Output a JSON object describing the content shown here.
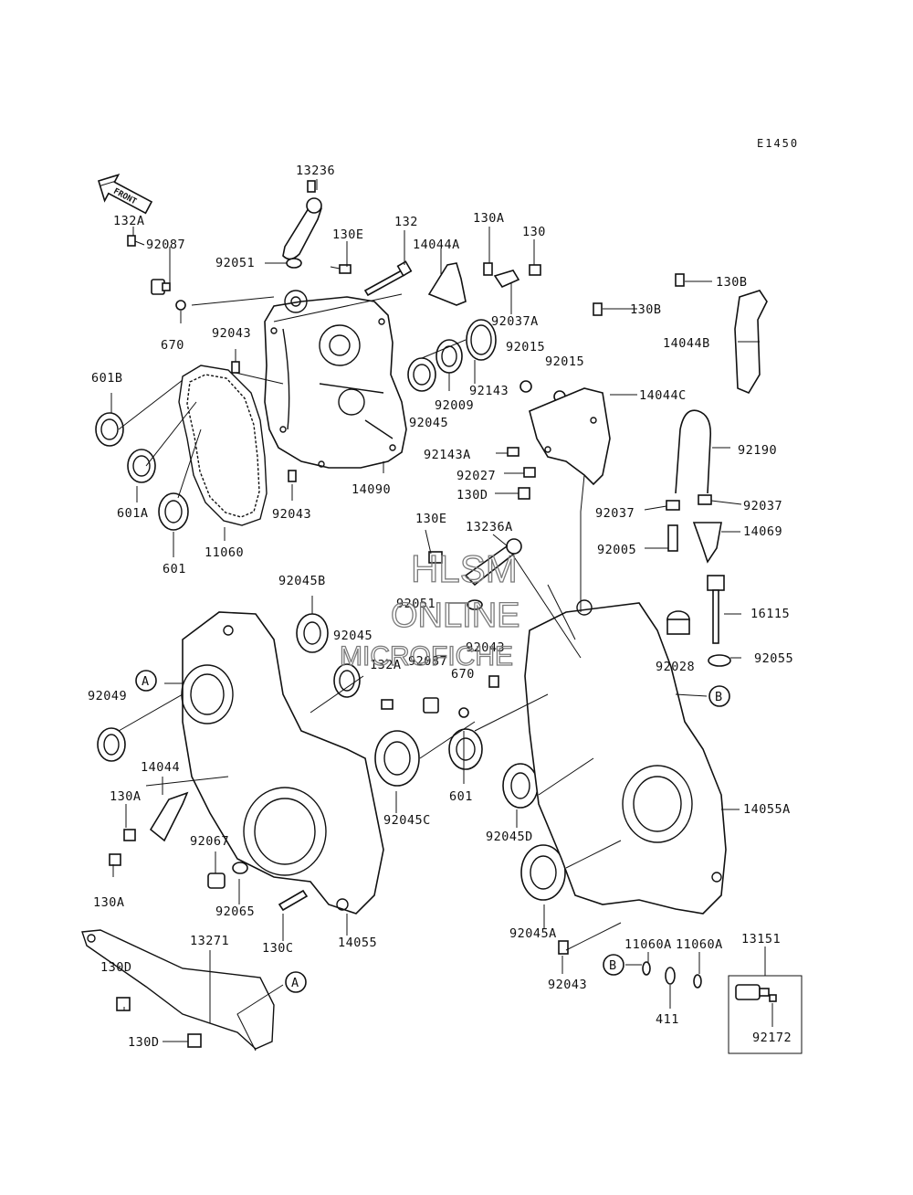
{
  "figure_code": "E1450",
  "front_label": "FRONT",
  "watermark": [
    "HLSM",
    "ONLINE",
    "MICROFICHE"
  ],
  "labels": [
    {
      "id": "l1",
      "text": "13236"
    },
    {
      "id": "l2",
      "text": "132A"
    },
    {
      "id": "l3",
      "text": "92087"
    },
    {
      "id": "l4",
      "text": "130E"
    },
    {
      "id": "l5",
      "text": "132"
    },
    {
      "id": "l6",
      "text": "130A"
    },
    {
      "id": "l7",
      "text": "130"
    },
    {
      "id": "l8",
      "text": "92051"
    },
    {
      "id": "l9",
      "text": "14044A"
    },
    {
      "id": "l10",
      "text": "92037A"
    },
    {
      "id": "l11",
      "text": "130B"
    },
    {
      "id": "l12",
      "text": "130B"
    },
    {
      "id": "l13",
      "text": "670"
    },
    {
      "id": "l14",
      "text": "92043"
    },
    {
      "id": "l15",
      "text": "92015"
    },
    {
      "id": "l16",
      "text": "92015"
    },
    {
      "id": "l17",
      "text": "14044B"
    },
    {
      "id": "l18",
      "text": "601B"
    },
    {
      "id": "l19",
      "text": "92143"
    },
    {
      "id": "l20",
      "text": "92009"
    },
    {
      "id": "l21",
      "text": "14044C"
    },
    {
      "id": "l22",
      "text": "92045"
    },
    {
      "id": "l23",
      "text": "92190"
    },
    {
      "id": "l24",
      "text": "92143A"
    },
    {
      "id": "l25",
      "text": "92027"
    },
    {
      "id": "l26",
      "text": "601A"
    },
    {
      "id": "l27",
      "text": "14090"
    },
    {
      "id": "l28",
      "text": "130D"
    },
    {
      "id": "l29",
      "text": "92043"
    },
    {
      "id": "l30",
      "text": "92037"
    },
    {
      "id": "l31",
      "text": "92037"
    },
    {
      "id": "l32",
      "text": "601"
    },
    {
      "id": "l33",
      "text": "11060"
    },
    {
      "id": "l34",
      "text": "130E"
    },
    {
      "id": "l35",
      "text": "13236A"
    },
    {
      "id": "l36",
      "text": "14069"
    },
    {
      "id": "l37",
      "text": "92005"
    },
    {
      "id": "l38",
      "text": "92045B"
    },
    {
      "id": "l39",
      "text": "92051"
    },
    {
      "id": "l40",
      "text": "16115"
    },
    {
      "id": "l41",
      "text": "92045"
    },
    {
      "id": "l42",
      "text": "92043"
    },
    {
      "id": "l43",
      "text": "92087"
    },
    {
      "id": "l44",
      "text": "132A"
    },
    {
      "id": "l45",
      "text": "670"
    },
    {
      "id": "l46",
      "text": "92028"
    },
    {
      "id": "l47",
      "text": "92055"
    },
    {
      "id": "l48",
      "text": "92049"
    },
    {
      "id": "l49",
      "text": "14044"
    },
    {
      "id": "l50",
      "text": "601"
    },
    {
      "id": "l51",
      "text": "14055A"
    },
    {
      "id": "l52",
      "text": "130A"
    },
    {
      "id": "l53",
      "text": "92045C"
    },
    {
      "id": "l54",
      "text": "92045D"
    },
    {
      "id": "l55",
      "text": "92067"
    },
    {
      "id": "l56",
      "text": "130A"
    },
    {
      "id": "l57",
      "text": "92065"
    },
    {
      "id": "l58",
      "text": "130C"
    },
    {
      "id": "l59",
      "text": "14055"
    },
    {
      "id": "l60",
      "text": "92045A"
    },
    {
      "id": "l61",
      "text": "13271"
    },
    {
      "id": "l62",
      "text": "11060A"
    },
    {
      "id": "l63",
      "text": "11060A"
    },
    {
      "id": "l64",
      "text": "13151"
    },
    {
      "id": "l65",
      "text": "130D"
    },
    {
      "id": "l66",
      "text": "92043"
    },
    {
      "id": "l67",
      "text": "411"
    },
    {
      "id": "l68",
      "text": "130D"
    },
    {
      "id": "l69",
      "text": "92172"
    }
  ],
  "callouts": [
    {
      "id": "cA1",
      "text": "A"
    },
    {
      "id": "cB1",
      "text": "B"
    },
    {
      "id": "cB2",
      "text": "B"
    },
    {
      "id": "cA2",
      "text": "A"
    }
  ]
}
